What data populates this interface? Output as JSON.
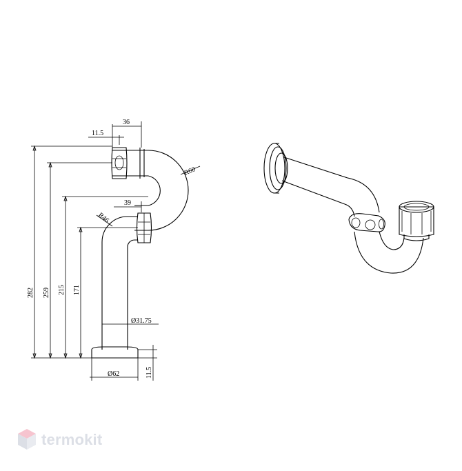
{
  "dimensions": {
    "d_11_5_top": "11.5",
    "d_36": "36",
    "d_r60": "R60",
    "d_39": "39",
    "d_r46": "R46",
    "d_282": "282",
    "d_259": "259",
    "d_215": "215",
    "d_171": "171",
    "d_31_75": "Ø31.75",
    "d_62": "Ø62",
    "d_11_5_bottom": "11.5"
  },
  "watermark": {
    "text": "termokit",
    "color": "#dcdfe6",
    "accent": "#f4b6c2",
    "icon": "cube-logo-icon"
  }
}
